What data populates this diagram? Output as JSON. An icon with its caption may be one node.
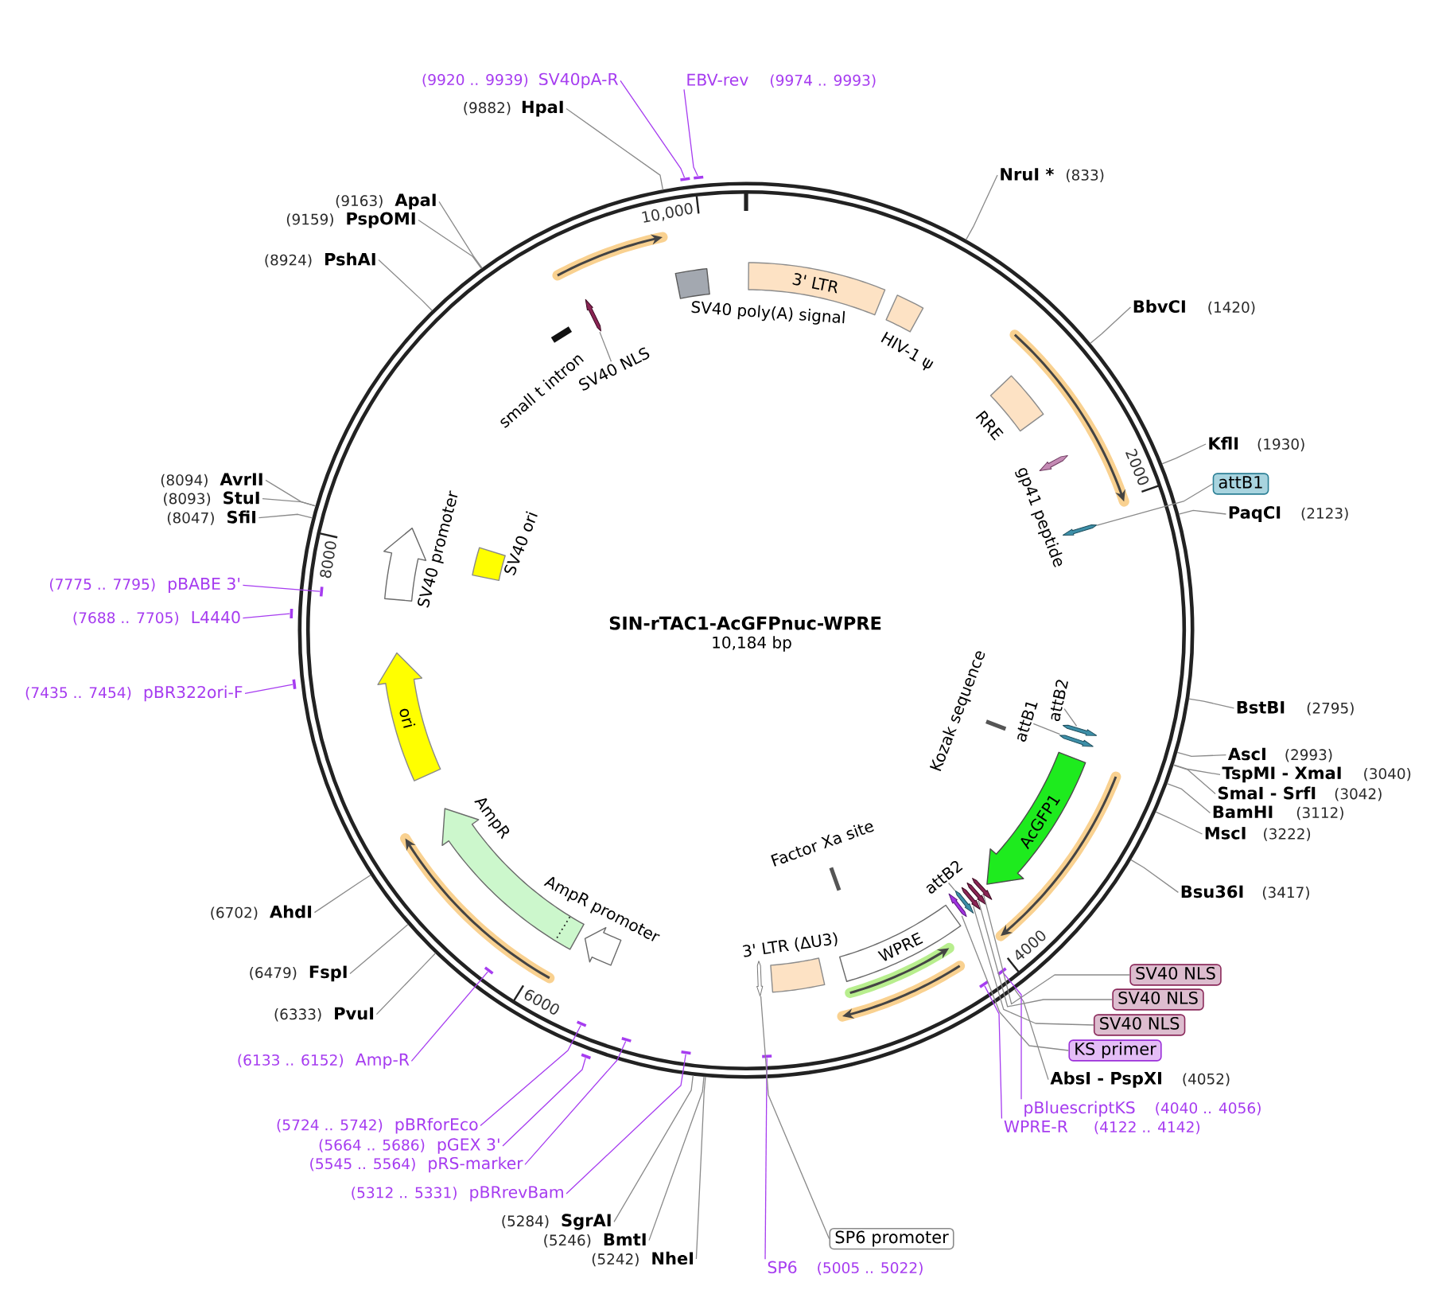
{
  "diagram": {
    "title": "SIN-rTAC1-AcGFPnuc-WPRE",
    "nodes": [
      {
        "text": [
          "(9920 .. 9939)",
          "SV40pA-R"
        ]
      },
      {
        "text": [],
        "shape": "bar"
      },
      {
        "text": [
          "EBV-rev",
          "(9974 .. 9993)"
        ]
      },
      {
        "text": [],
        "shape": "bar"
      },
      {
        "text": [
          "(9882)",
          "HpaI"
        ]
      },
      {
        "text": [
          "NruI *",
          "(833)"
        ]
      },
      {
        "text": [
          "(9163)",
          "ApaI"
        ]
      },
      {
        "text": [
          "(9159)",
          "PspOMI"
        ]
      },
      {
        "text": [
          "(8924)",
          "PshAI"
        ]
      },
      {
        "text": [
          "BbvCI",
          "(1420)"
        ]
      },
      {
        "text": [
          "KflI",
          "(1930)"
        ]
      },
      {
        "text": [
          "(8094)",
          "AvrII"
        ]
      },
      {
        "text": [
          "attB1"
        ]
      },
      {
        "text": [],
        "shape": "arrow"
      },
      {
        "text": [
          "(8093)",
          "StuI"
        ]
      },
      {
        "text": [
          "PaqCI",
          "(2123)"
        ]
      },
      {
        "text": [
          "(8047)",
          "SfiI"
        ]
      },
      {
        "text": [
          "(7775 .. 7795)",
          "pBABE 3'"
        ]
      },
      {
        "text": [],
        "shape": "bar"
      },
      {
        "text": [
          "(7688 .. 7705)",
          "L4440"
        ]
      },
      {
        "text": [],
        "shape": "bar"
      },
      {
        "text": [
          "(7435 .. 7454)",
          "pBR322ori-F"
        ]
      },
      {
        "text": [],
        "shape": "bar"
      },
      {
        "text": [
          "BstBI",
          "(2795)"
        ]
      },
      {
        "text": [
          "AscI",
          "(2993)"
        ]
      },
      {
        "text": [
          "TspMI - XmaI",
          "(3040)"
        ]
      },
      {
        "text": [
          "SmaI - SrfI",
          "(3042)"
        ]
      },
      {
        "text": [
          "BamHI",
          "(3112)"
        ]
      },
      {
        "text": [
          "MscI",
          "(3222)"
        ]
      },
      {
        "text": [
          "Bsu36I",
          "(3417)"
        ]
      },
      {
        "text": [
          "(6702)",
          "AhdI"
        ]
      },
      {
        "text": [
          "(6479)",
          "FspI"
        ]
      },
      {
        "text": [
          "SV40 NLS"
        ]
      },
      {
        "text": [],
        "shape": "arrow"
      },
      {
        "text": [
          "SV40 NLS"
        ]
      },
      {
        "text": [],
        "shape": "arrow"
      },
      {
        "text": [
          "(6333)",
          "PvuI"
        ]
      },
      {
        "text": [
          "SV40 NLS"
        ]
      },
      {
        "text": [],
        "shape": "arrow"
      },
      {
        "text": [
          "KS primer"
        ]
      },
      {
        "text": [],
        "shape": "arrow"
      },
      {
        "text": [
          "(6133 .. 6152)",
          "Amp-R"
        ]
      },
      {
        "text": [],
        "shape": "bar"
      },
      {
        "text": [
          "AbsI - PspXI",
          "(4052)"
        ]
      },
      {
        "text": [
          "pBluescriptKS",
          "(4040 .. 4056)"
        ]
      },
      {
        "text": [],
        "shape": "bar"
      },
      {
        "text": [
          "(5724 .. 5742)",
          "pBRforEco"
        ]
      },
      {
        "text": [],
        "shape": "bar"
      },
      {
        "text": [
          "WPRE-R",
          "(4122 .. 4142)"
        ]
      },
      {
        "text": [],
        "shape": "bar"
      },
      {
        "text": [
          "(5664 .. 5686)",
          "pGEX 3'"
        ]
      },
      {
        "text": [],
        "shape": "bar"
      },
      {
        "text": [
          "(5545 .. 5564)",
          "pRS-marker"
        ]
      },
      {
        "text": [],
        "shape": "bar"
      },
      {
        "text": [
          "(5312 .. 5331)",
          "pBRrevBam"
        ]
      },
      {
        "text": [],
        "shape": "bar"
      },
      {
        "text": [
          "(5284)",
          "SgrAI"
        ]
      },
      {
        "text": [
          "SP6 promoter"
        ]
      },
      {
        "text": [],
        "shape": "arrow"
      },
      {
        "text": [
          "(5246)",
          "BmtI"
        ]
      },
      {
        "text": [
          "(5242)",
          "NheI"
        ]
      },
      {
        "text": [
          "SP6",
          "(5005 .. 5022)"
        ]
      },
      {
        "text": [],
        "shape": "bar"
      },
      {
        "text": [
          "3' LTR"
        ]
      },
      {
        "text": [],
        "shape": "box",
        "beside": [
          "HIV-1 ψ"
        ]
      },
      {
        "text": [],
        "shape": "box",
        "beside": [
          "RRE"
        ]
      },
      {
        "text": [],
        "shape": "arrow",
        "beside": [
          "gp41 peptide"
        ]
      },
      {
        "text": [
          "attB1"
        ]
      },
      {
        "text": [],
        "shape": "arrow"
      },
      {
        "text": [
          "attB2"
        ]
      },
      {
        "text": [],
        "shape": "arrow"
      },
      {
        "text": [],
        "shape": "bar",
        "beside": [
          "Kozak sequence"
        ]
      },
      {
        "text": [
          "AcGFP1"
        ]
      },
      {
        "text": [
          "attB2"
        ]
      },
      {
        "text": [],
        "shape": "arrow"
      },
      {
        "text": [],
        "shape": "bar",
        "beside": [
          "Factor Xa site"
        ]
      },
      {
        "text": [
          "WPRE"
        ]
      },
      {
        "text": [],
        "shape": "box",
        "beside": [
          "3' LTR (ΔU3)"
        ]
      },
      {
        "text": [],
        "shape": "arrow",
        "beside": [
          "AmpR promoter"
        ]
      },
      {
        "text": [],
        "shape": "arrow",
        "beside": [
          "AmpR"
        ]
      },
      {
        "text": [
          "ori"
        ]
      },
      {
        "text": [],
        "shape": "arrow",
        "beside": [
          "SV40 promoter"
        ]
      },
      {
        "text": [],
        "shape": "box",
        "beside": [
          "SV40 ori"
        ]
      },
      {
        "text": [],
        "shape": "bar"
      },
      {
        "text": [
          "SV40 NLS"
        ]
      },
      {
        "text": [],
        "shape": "arrow"
      },
      {
        "text": [],
        "shape": "box",
        "beside": [
          "SV40 poly(A) signal"
        ]
      }
    ],
    "edges": [
      {
        "from": 4,
        "to": null,
        "arrow": "none"
      },
      {
        "from": 5,
        "to": null,
        "arrow": "none"
      },
      {
        "from": 6,
        "to": null,
        "arrow": "none"
      },
      {
        "from": 7,
        "to": null,
        "arrow": "none"
      },
      {
        "from": 8,
        "to": null,
        "arrow": "none"
      },
      {
        "from": 9,
        "to": null,
        "arrow": "none"
      },
      {
        "from": 10,
        "to": null,
        "arrow": "none"
      },
      {
        "from": 11,
        "to": null,
        "arrow": "none"
      },
      {
        "from": 14,
        "to": null,
        "arrow": "none"
      },
      {
        "from": 15,
        "to": null,
        "arrow": "none"
      },
      {
        "from": 16,
        "to": null,
        "arrow": "none"
      },
      {
        "from": 23,
        "to": null,
        "arrow": "none"
      },
      {
        "from": 24,
        "to": null,
        "arrow": "none"
      },
      {
        "from": 25,
        "to": null,
        "arrow": "none"
      },
      {
        "from": 26,
        "to": null,
        "arrow": "none"
      },
      {
        "from": 27,
        "to": null,
        "arrow": "none"
      },
      {
        "from": 28,
        "to": null,
        "arrow": "none"
      },
      {
        "from": 29,
        "to": null,
        "arrow": "none"
      },
      {
        "from": 30,
        "to": null,
        "arrow": "none"
      },
      {
        "from": 31,
        "to": null,
        "arrow": "none"
      },
      {
        "from": 36,
        "to": null,
        "arrow": "none"
      },
      {
        "from": 43,
        "to": null,
        "arrow": "none"
      },
      {
        "from": 56,
        "to": null,
        "arrow": "none"
      },
      {
        "from": 59,
        "to": null,
        "arrow": "none"
      },
      {
        "from": 60,
        "to": null,
        "arrow": "none"
      },
      {
        "from": 0,
        "to": 1,
        "arrow": "none",
        "color": "#a63cf0"
      },
      {
        "from": 2,
        "to": 3,
        "arrow": "none",
        "color": "#a63cf0"
      },
      {
        "from": 17,
        "to": 18,
        "arrow": "none",
        "color": "#a63cf0"
      },
      {
        "from": 19,
        "to": 20,
        "arrow": "none",
        "color": "#a63cf0"
      },
      {
        "from": 21,
        "to": 22,
        "arrow": "none",
        "color": "#a63cf0"
      },
      {
        "from": 41,
        "to": 42,
        "arrow": "none",
        "color": "#a63cf0"
      },
      {
        "from": 44,
        "to": 45,
        "arrow": "none",
        "color": "#a63cf0"
      },
      {
        "from": 46,
        "to": 47,
        "arrow": "none",
        "color": "#a63cf0"
      },
      {
        "from": 48,
        "to": 49,
        "arrow": "none",
        "color": "#a63cf0"
      },
      {
        "from": 50,
        "to": 51,
        "arrow": "none",
        "color": "#a63cf0"
      },
      {
        "from": 52,
        "to": 53,
        "arrow": "none",
        "color": "#a63cf0"
      },
      {
        "from": 54,
        "to": 55,
        "arrow": "none",
        "color": "#a63cf0"
      },
      {
        "from": 61,
        "to": 62,
        "arrow": "none",
        "color": "#a63cf0"
      },
      {
        "from": 12,
        "to": 13,
        "arrow": "none"
      },
      {
        "from": 32,
        "to": 33,
        "arrow": "none"
      },
      {
        "from": 34,
        "to": 35,
        "arrow": "none"
      },
      {
        "from": 37,
        "to": 38,
        "arrow": "none"
      },
      {
        "from": 39,
        "to": 40,
        "arrow": "none"
      },
      {
        "from": 57,
        "to": 58,
        "arrow": "none"
      },
      {
        "from": 67,
        "to": 68,
        "arrow": "none"
      },
      {
        "from": 69,
        "to": 70,
        "arrow": "none"
      },
      {
        "from": 73,
        "to": 74,
        "arrow": "none"
      },
      {
        "from": 84,
        "to": 85,
        "arrow": "none"
      }
    ],
    "labels": [
      "10,000",
      "small t intron",
      "2000",
      "8000",
      "10,184 bp",
      "4000",
      "6000"
    ]
  }
}
